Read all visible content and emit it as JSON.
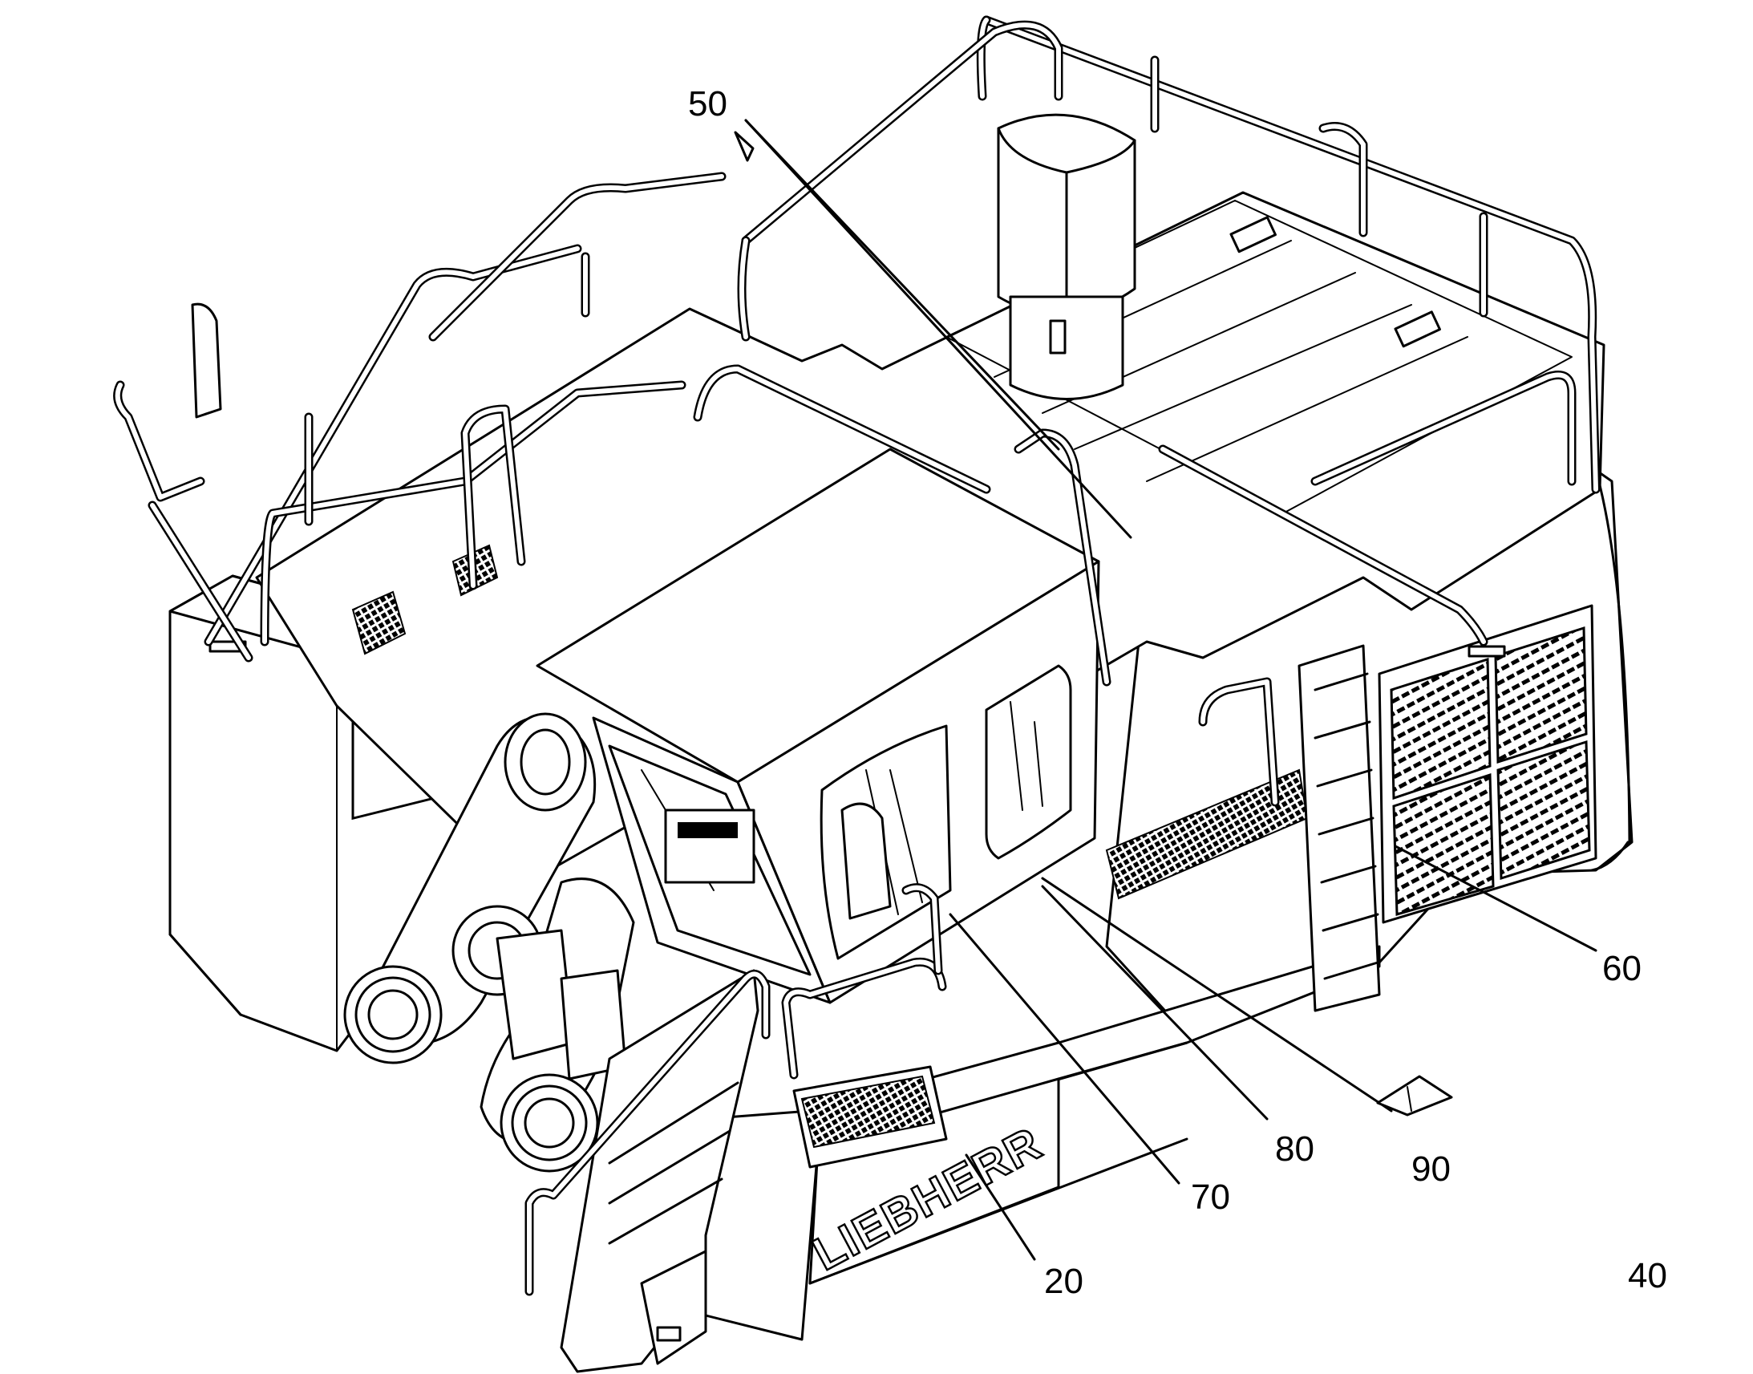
{
  "figure": {
    "logo_text": "LIEBHERR",
    "reference_numerals": {
      "n20": "20",
      "n40": "40",
      "n50": "50",
      "n60": "60",
      "n70": "70",
      "n80": "80",
      "n90": "90"
    }
  }
}
